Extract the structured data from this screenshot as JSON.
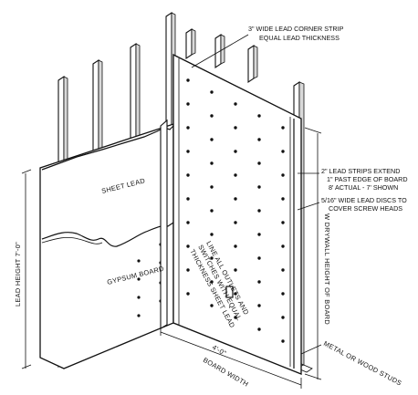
{
  "callouts": {
    "corner_strip": [
      "3\" WIDE LEAD CORNER STRIP",
      "EQUAL LEAD THICKNESS"
    ],
    "lead_strips": [
      "2\" LEAD STRIPS EXTEND",
      "1\" PAST EDGE OF BOARD",
      "8' ACTUAL - 7' SHOWN"
    ],
    "lead_discs": [
      "5/16\" WIDE LEAD DISCS TO",
      "COVER SCREW HEADS"
    ],
    "studs": "METAL OR WOOD STUDS"
  },
  "labels": {
    "sheet_lead": "SHEET LEAD",
    "gypsum_board": "GYPSUM BOARD",
    "outlets": [
      "LINE ALL OUTLETS AND",
      "SWITCHES WITH EQUAL",
      "THICKNESS SHEET LEAD"
    ],
    "lead_height": "LEAD HEIGHT 7'-0\"",
    "drywall_height": "W DRYWALL HEIGHT OF BOARD",
    "board_width_dim": "4'-0\"",
    "board_width": "BOARD WIDTH"
  }
}
